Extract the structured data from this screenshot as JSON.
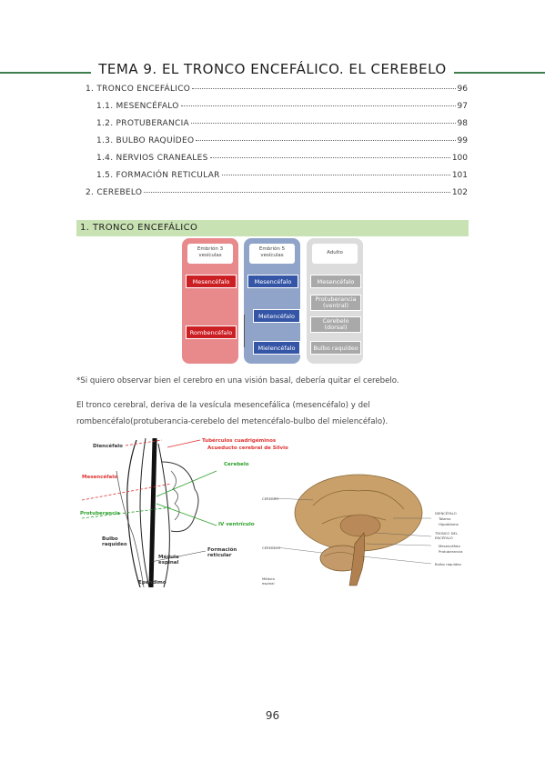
{
  "title": "TEMA 9. EL TRONCO ENCEFÁLICO. EL CEREBELO",
  "toc": [
    {
      "label": "1. TRONCO ENCEFÁLICO",
      "page": "96",
      "indent": false
    },
    {
      "label": "1.1. MESENCÉFALO",
      "page": "97",
      "indent": true
    },
    {
      "label": "1.2. PROTUBERANCIA",
      "page": "98",
      "indent": true
    },
    {
      "label": "1.3. BULBO RAQUÍDEO",
      "page": "99",
      "indent": true
    },
    {
      "label": "1.4. NERVIOS CRANEALES",
      "page": "100",
      "indent": true
    },
    {
      "label": "1.5. FORMACIÓN RETICULAR",
      "page": "101",
      "indent": true
    },
    {
      "label": "2. CEREBELO",
      "page": "102",
      "indent": false
    }
  ],
  "section_heading": "1. TRONCO ENCEFÁLICO",
  "diagram": {
    "col1_head": "Embrión 3 vesículas",
    "col2_head": "Embrión 5 vesículas",
    "col3_head": "Adulto",
    "mes1": "Mesencéfalo",
    "romb": "Rombencéfalo",
    "mes2": "Mesencéfalo",
    "met": "Metencéfalo",
    "mie": "Mielencéfalo",
    "mes3": "Mesencéfalo",
    "prot": "Protuberancia (ventral)",
    "cereb": "Cerebelo (dorsal)",
    "bulbo": "Bulbo raquídeo"
  },
  "note": "*Si quiero observar bien el cerebro en una visión basal, debería quitar el cerebelo.",
  "paragraph": "El tronco cerebral, deriva de la vesícula mesencefálica (mesencéfalo) y del rombencéfalo(protuberancia-cerebelo del metencéfalo-bulbo del mielencéfalo).",
  "fig_left": {
    "diencefalo": "Diencéfalo",
    "tuberculos": "Tubérculos cuadrigéminos",
    "acueducto": "Acueducto cerebral de Silvio",
    "mesencefalo": "Mesencéfalo",
    "cerebelo": "Cerebelo",
    "protuberancia": "Protuberancia",
    "ventriculo": "IV ventrículo",
    "bulbo": "Bulbo raquídeo",
    "medula": "Médula espinal",
    "formacion": "Formación reticular",
    "ependimo": "Epéndimo"
  },
  "fig_right": {
    "cerebro1": "CEREBRO",
    "cerebro2": "CEREBELO",
    "medula": "Médula espinal",
    "diencefalo": "DIENCÉFALO",
    "talamo": "Tálamo",
    "hipotalamo": "Hipotálamo",
    "tronco": "TRONCO DEL ENCÉFALO",
    "mesencefalo": "Mesencéfalo",
    "protuberancia": "Protuberancia",
    "bulbo": "Bulbo raquídeo"
  },
  "page_number": "96",
  "colors": {
    "accent_green": "#3f7f4f",
    "heading_bg": "#c9e2b3"
  }
}
